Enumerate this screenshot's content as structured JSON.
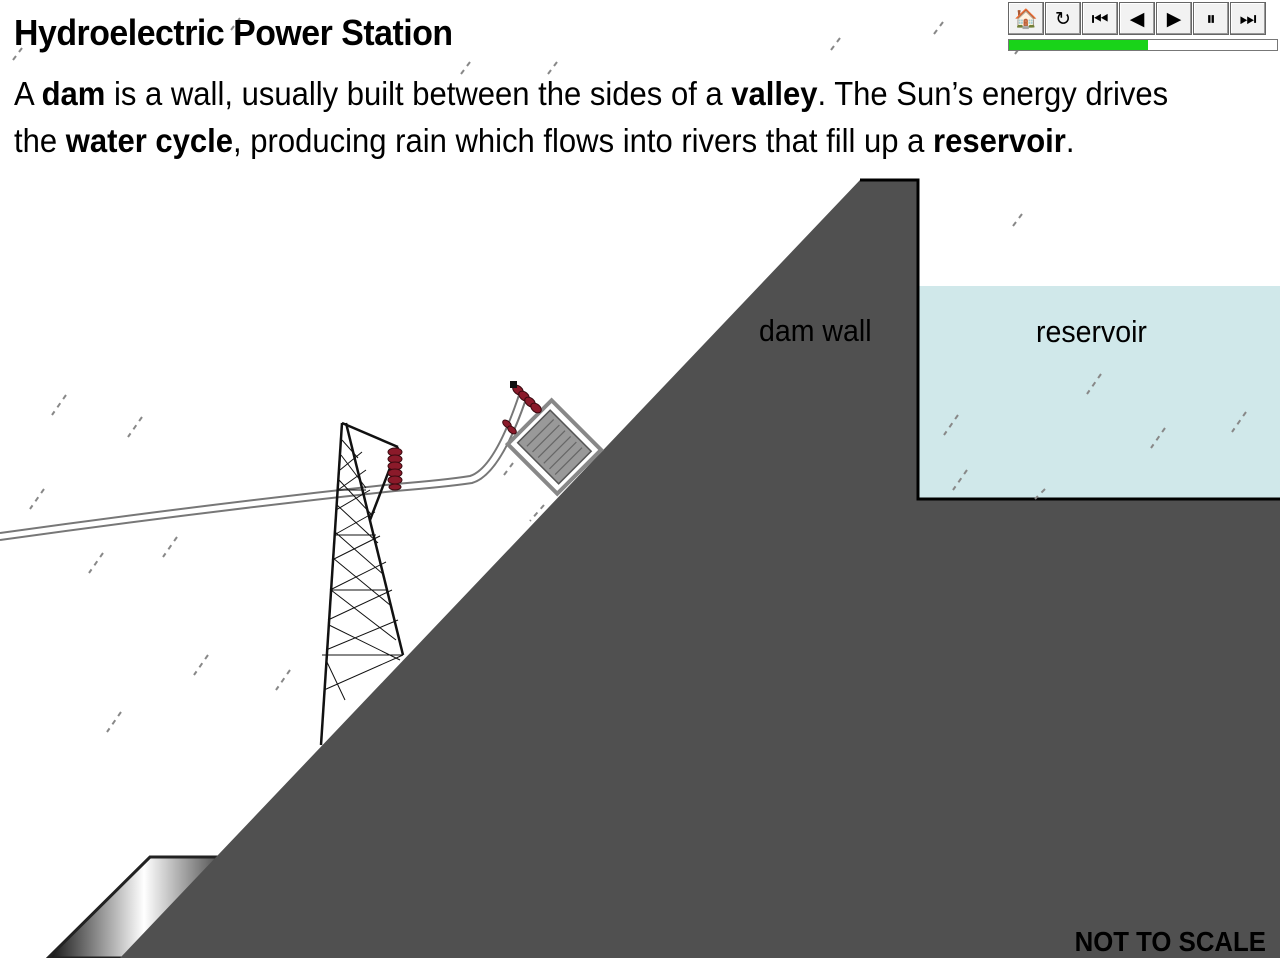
{
  "title": "Hydroelectric Power Station",
  "intro": [
    {
      "text": "A ",
      "bold": false
    },
    {
      "text": "dam",
      "bold": true
    },
    {
      "text": " is a wall, usually built between the sides of a ",
      "bold": false
    },
    {
      "text": "valley",
      "bold": true
    },
    {
      "text": ".  The Sun’s energy drives the ",
      "bold": false
    },
    {
      "text": "water cycle",
      "bold": true
    },
    {
      "text": ", producing rain which flows into rivers that fill up a ",
      "bold": false
    },
    {
      "text": "reservoir",
      "bold": true
    },
    {
      "text": ".",
      "bold": false
    }
  ],
  "labels": {
    "dam_wall": "dam wall",
    "reservoir": "reservoir",
    "scale_note": "NOT TO SCALE"
  },
  "controls": [
    {
      "name": "home-button",
      "icon": "home-icon",
      "glyph": "🏠"
    },
    {
      "name": "replay-button",
      "icon": "replay-icon",
      "glyph": "↻"
    },
    {
      "name": "first-button",
      "icon": "skip-back-icon",
      "glyph": "⏮"
    },
    {
      "name": "previous-button",
      "icon": "step-back-icon",
      "glyph": "◀"
    },
    {
      "name": "next-button",
      "icon": "play-icon",
      "glyph": "▶"
    },
    {
      "name": "pause-button",
      "icon": "pause-icon",
      "glyph": "⏸"
    },
    {
      "name": "last-button",
      "icon": "skip-forward-icon",
      "glyph": "⏭"
    }
  ],
  "progress": {
    "fraction": 0.52
  },
  "colors": {
    "dam": "#505050",
    "reservoir": "#d0e8ea",
    "insulator": "#8b1a2a",
    "progress": "#19d319"
  }
}
